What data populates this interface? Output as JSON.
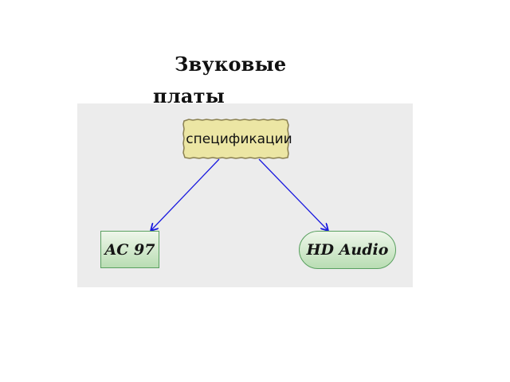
{
  "title": {
    "line1": "Звуковые",
    "line2": "платы"
  },
  "diagram": {
    "background": "#ececec",
    "root": {
      "label": "спецификации",
      "shape": "torn-paper-rectangle",
      "fill": "#ece6a4",
      "border": "#8a8050"
    },
    "children": [
      {
        "label": "AC 97",
        "shape": "rectangle",
        "fill": "#cfe8c9",
        "border": "#5aa060"
      },
      {
        "label": "HD Audio",
        "shape": "rounded-pill",
        "fill": "#cfe8c9",
        "border": "#5aa060"
      }
    ],
    "edge_color": "#1a1adf"
  }
}
